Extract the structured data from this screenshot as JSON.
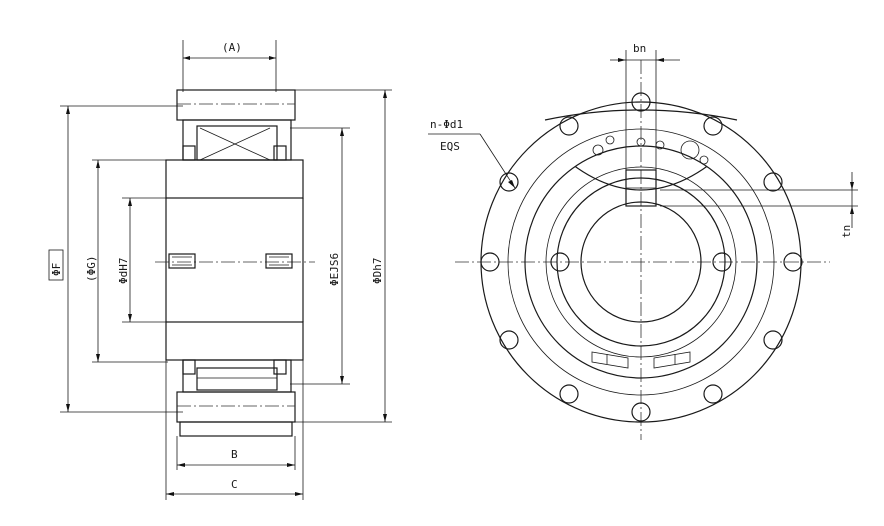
{
  "labels": {
    "dim_A": "(A)",
    "dim_phiF": "ΦF",
    "dim_phiG": "(ΦG)",
    "dim_phidH7": "ΦdH7",
    "dim_phiEJS6": "ΦEJS6",
    "dim_phiDh7": "ΦDh7",
    "dim_B": "B",
    "dim_C": "C",
    "dim_bn": "bn",
    "dim_tn": "tn",
    "holes_note": "n-Φd1",
    "holes_eqs": "EQS"
  }
}
